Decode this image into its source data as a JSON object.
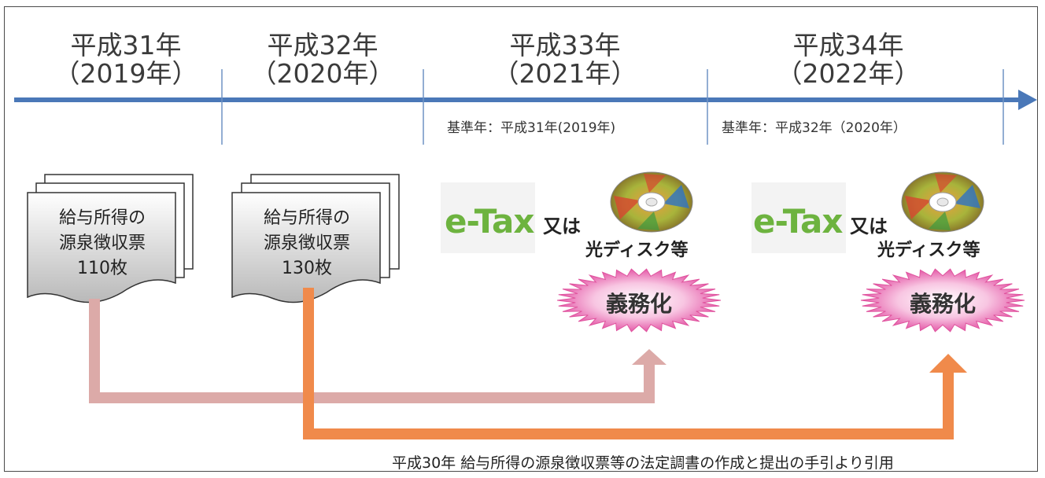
{
  "eras": [
    {
      "era": "平成31年",
      "western": "（2019年）"
    },
    {
      "era": "平成32年",
      "western": "（2020年）"
    },
    {
      "era": "平成33年",
      "western": "（2021年）"
    },
    {
      "era": "平成34年",
      "western": "（2022年）"
    }
  ],
  "base_years": [
    "基準年：平成31年(2019年)",
    "基準年：平成32年（2020年）"
  ],
  "documents": [
    {
      "line1": "給与所得の",
      "line2": "源泉徴収票",
      "count": "110枚"
    },
    {
      "line1": "給与所得の",
      "line2": "源泉徴収票",
      "count": "130枚"
    }
  ],
  "filing": {
    "etax": "e-Tax",
    "or": "又は",
    "disc": "光ディスク等",
    "mandatory": "義務化"
  },
  "footer": "平成30年 給与所得の源泉徴収票等の法定調書の作成と提出の手引より引用",
  "colors": {
    "timeline": "#4a78b8",
    "arrow_2019": "#dcaaa8",
    "arrow_2020": "#f08a4b",
    "document": "#cfcfcf",
    "burst": "#f3a6cf"
  }
}
